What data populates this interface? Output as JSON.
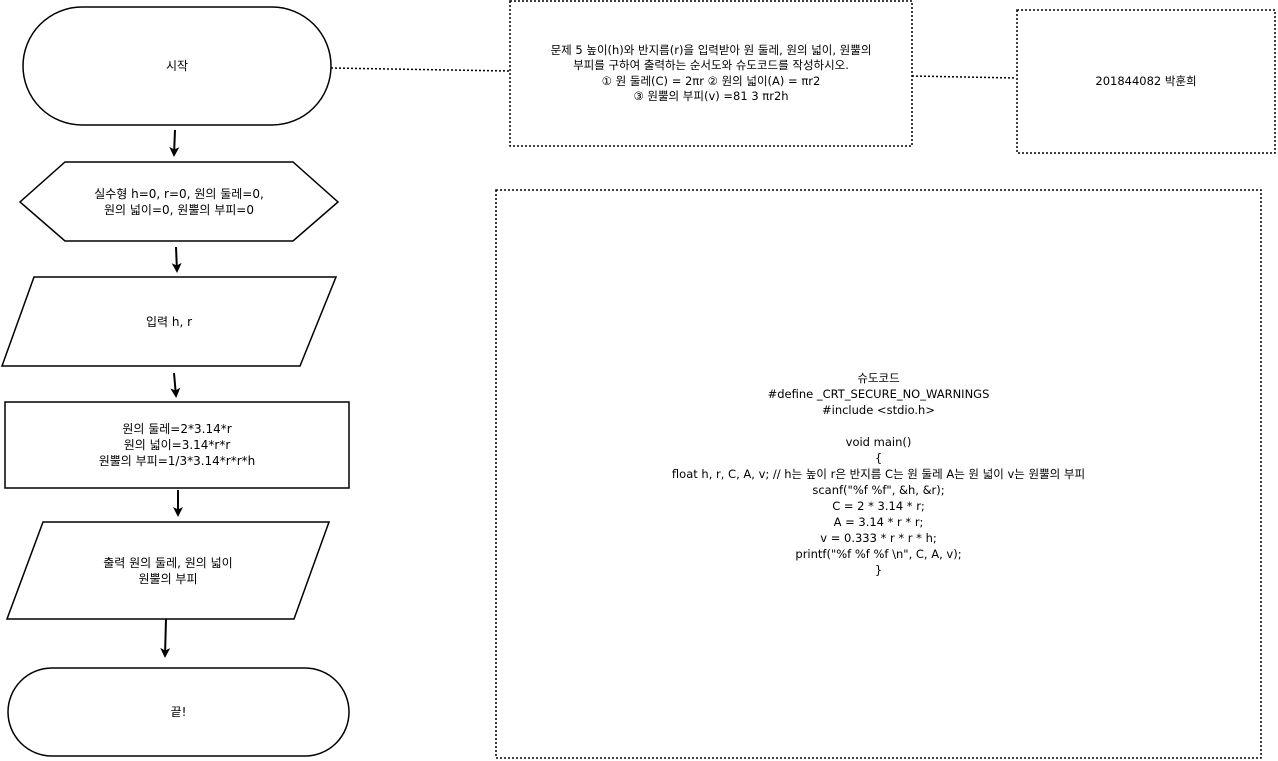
{
  "flowchart": {
    "start_label": "시작",
    "declare_lines": [
      "실수형 h=0, r=0, 원의 둘레=0,",
      "원의 넓이=0, 원뿔의 부피=0"
    ],
    "input_label": "입력 h, r",
    "process_lines": [
      "원의 둘레=2*3.14*r",
      "원의 넓이=3.14*r*r",
      "원뿔의 부피=1/3*3.14*r*r*h"
    ],
    "output_lines": [
      "출력 원의 둘레, 원의 넓이",
      "원뿔의 부피"
    ],
    "end_label": "끝!"
  },
  "problem_note": {
    "lines": [
      "문제 5 높이(h)와 반지름(r)을 입력받아 원 둘레, 원의 넓이, 원뿔의",
      "부피를 구하여 출력하는 순서도와 슈도코드를 작성하시오.",
      "① 원 둘레(C) = 2πr ② 원의 넓이(A) = πr2",
      "③ 원뿔의 부피(v) =81 3 πr2h"
    ]
  },
  "author_note": {
    "label": "201844082 박훈희"
  },
  "pseudocode": {
    "lines": [
      "슈도코드",
      "#define _CRT_SECURE_NO_WARNINGS",
      "#include <stdio.h>",
      "",
      "void main()",
      "{",
      "float h, r, C, A, v; // h는 높이 r은 반지름 C는 원 둘레 A는 원 넓이 v는 원뿔의 부피",
      "scanf(\"%f %f\", &h, &r);",
      "C = 2 * 3.14 * r;",
      "A = 3.14 * r * r;",
      "v = 0.333 * r * r * h;",
      "printf(\"%f %f %f \\n\", C, A, v);",
      "}"
    ]
  },
  "colors": {
    "stroke": "#000000",
    "fill": "#ffffff",
    "text": "#000000"
  }
}
